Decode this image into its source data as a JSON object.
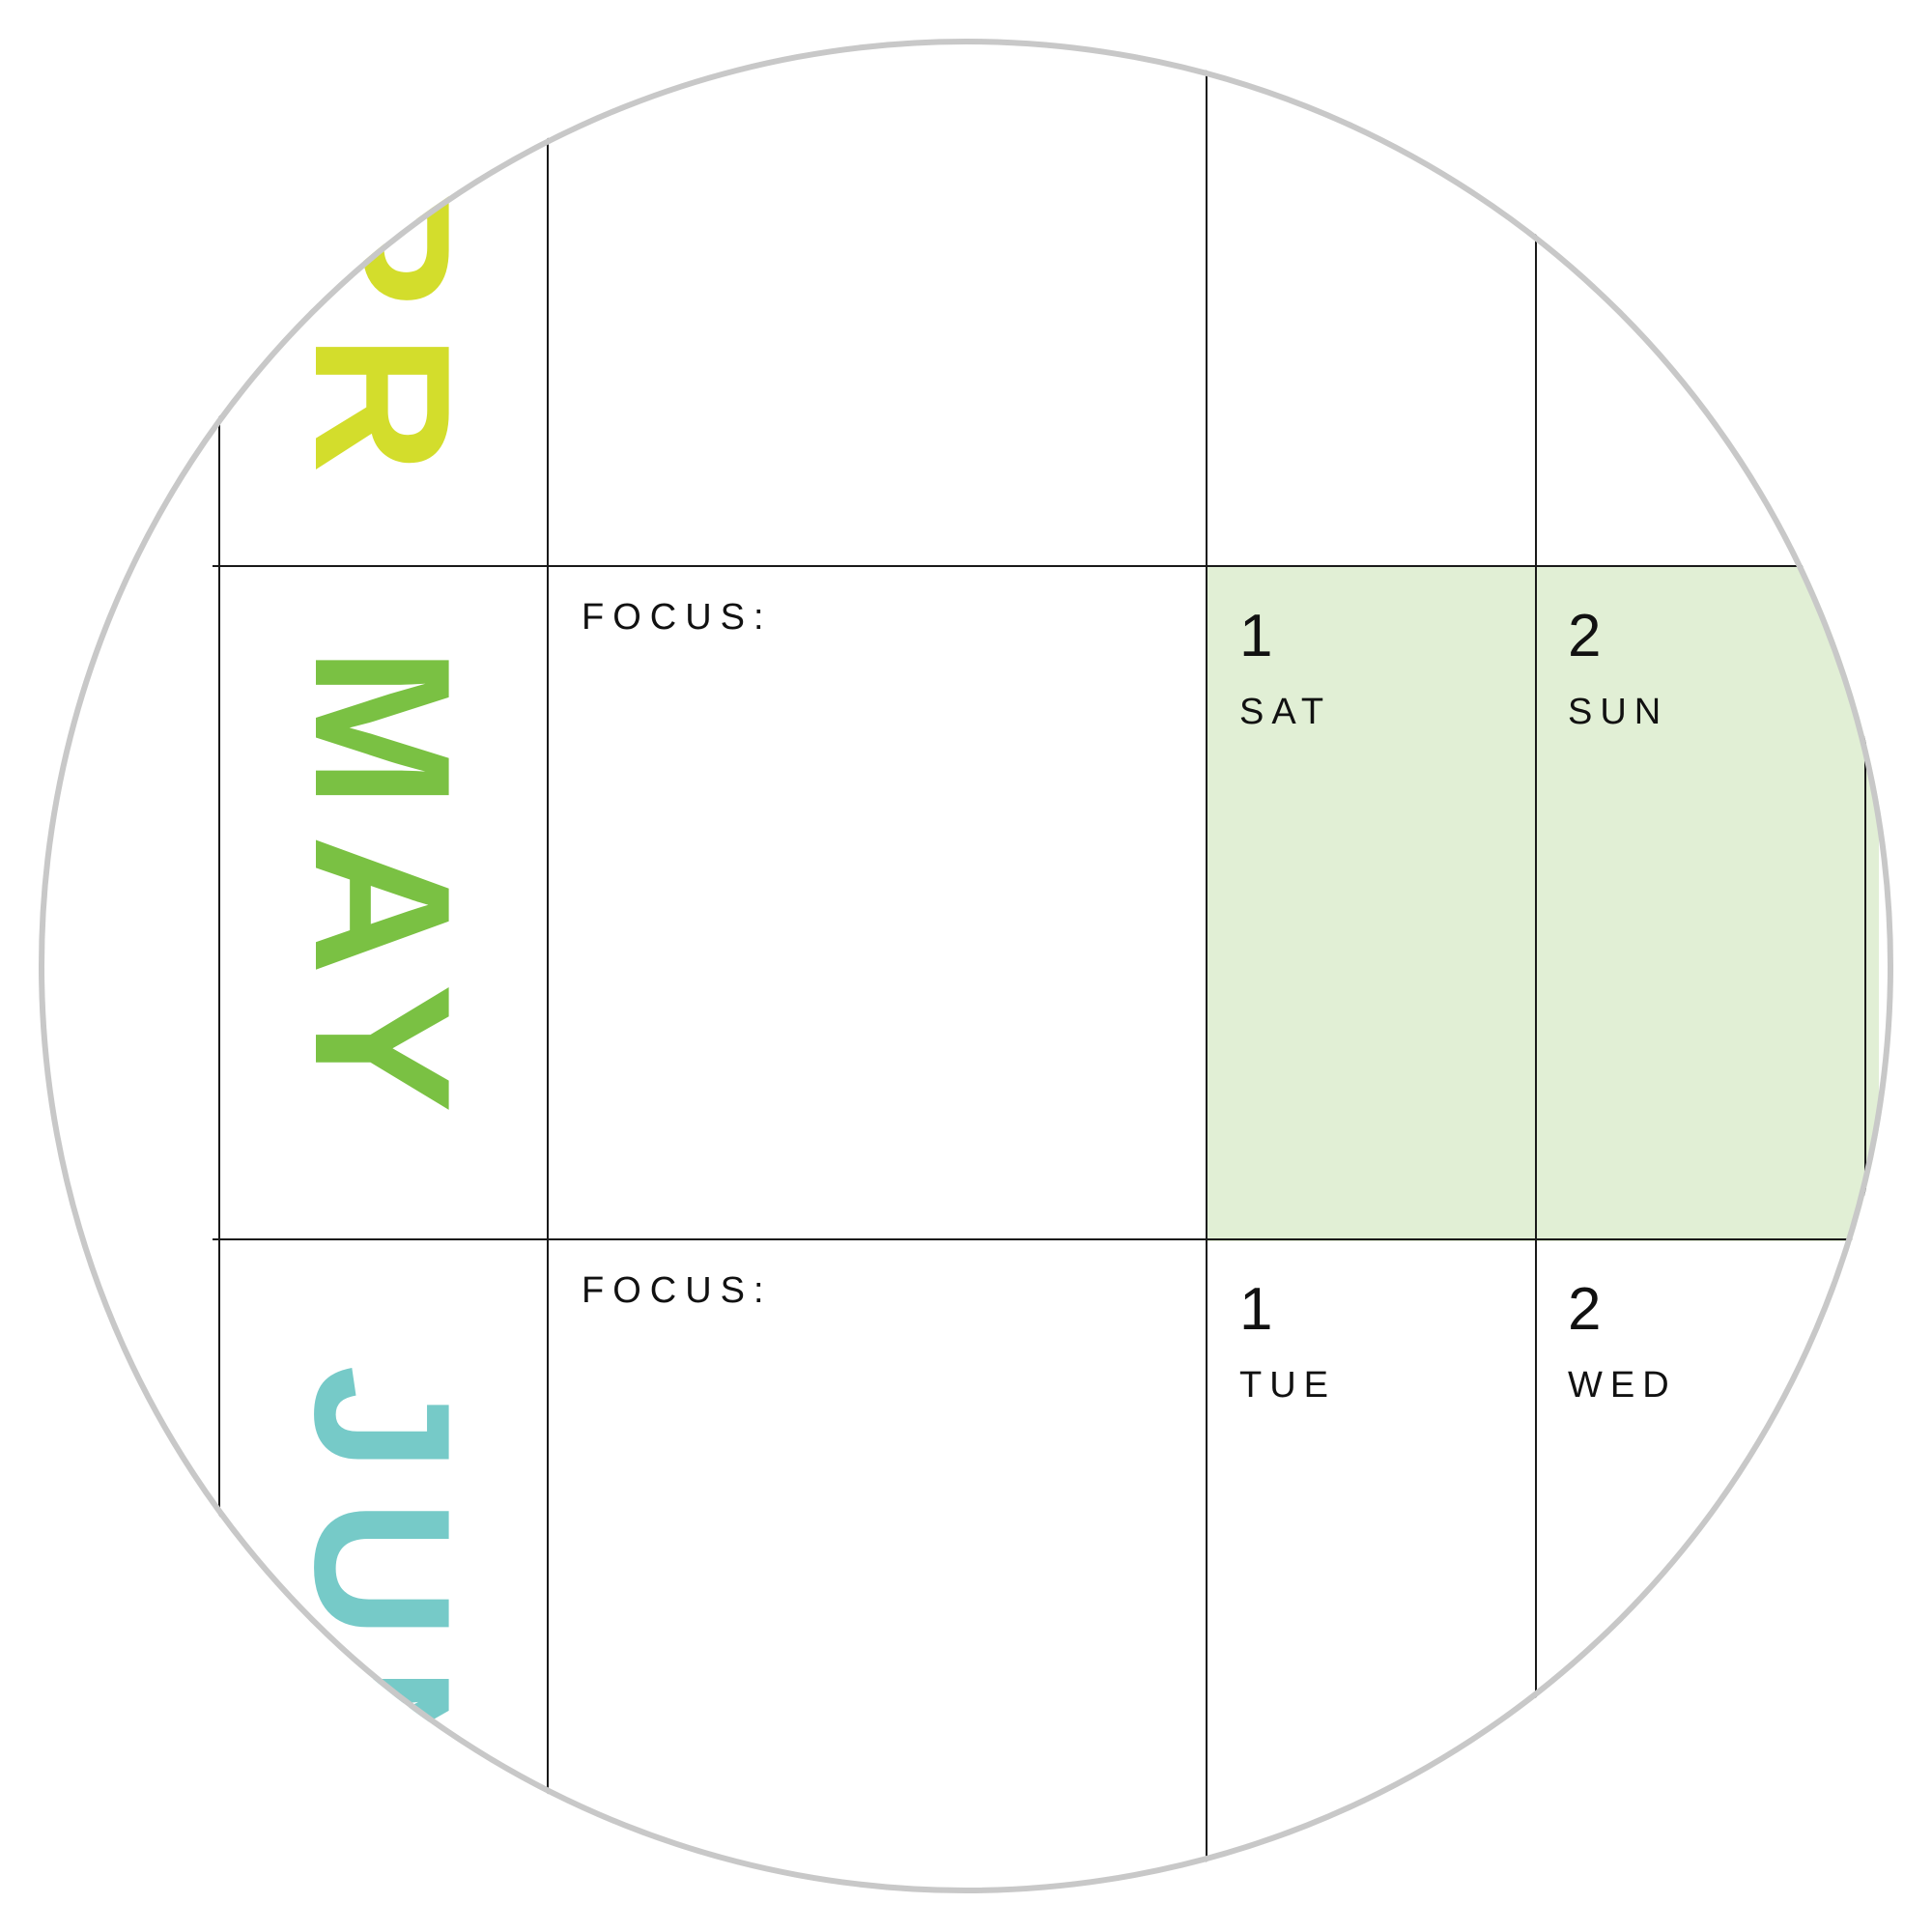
{
  "calendar": {
    "months": [
      {
        "label": "APR",
        "color": "#d3dd2c"
      },
      {
        "label": "MAY",
        "color": "#7ac143"
      },
      {
        "label": "JUN",
        "color": "#76cac8"
      }
    ],
    "focus_label": "FOCUS:",
    "may_days": [
      {
        "num": "1",
        "name": "SAT"
      },
      {
        "num": "2",
        "name": "SUN"
      }
    ],
    "jun_days": [
      {
        "num": "1",
        "name": "TUE"
      },
      {
        "num": "2",
        "name": "WED"
      }
    ],
    "weekend_fill": "#e1efd5"
  }
}
